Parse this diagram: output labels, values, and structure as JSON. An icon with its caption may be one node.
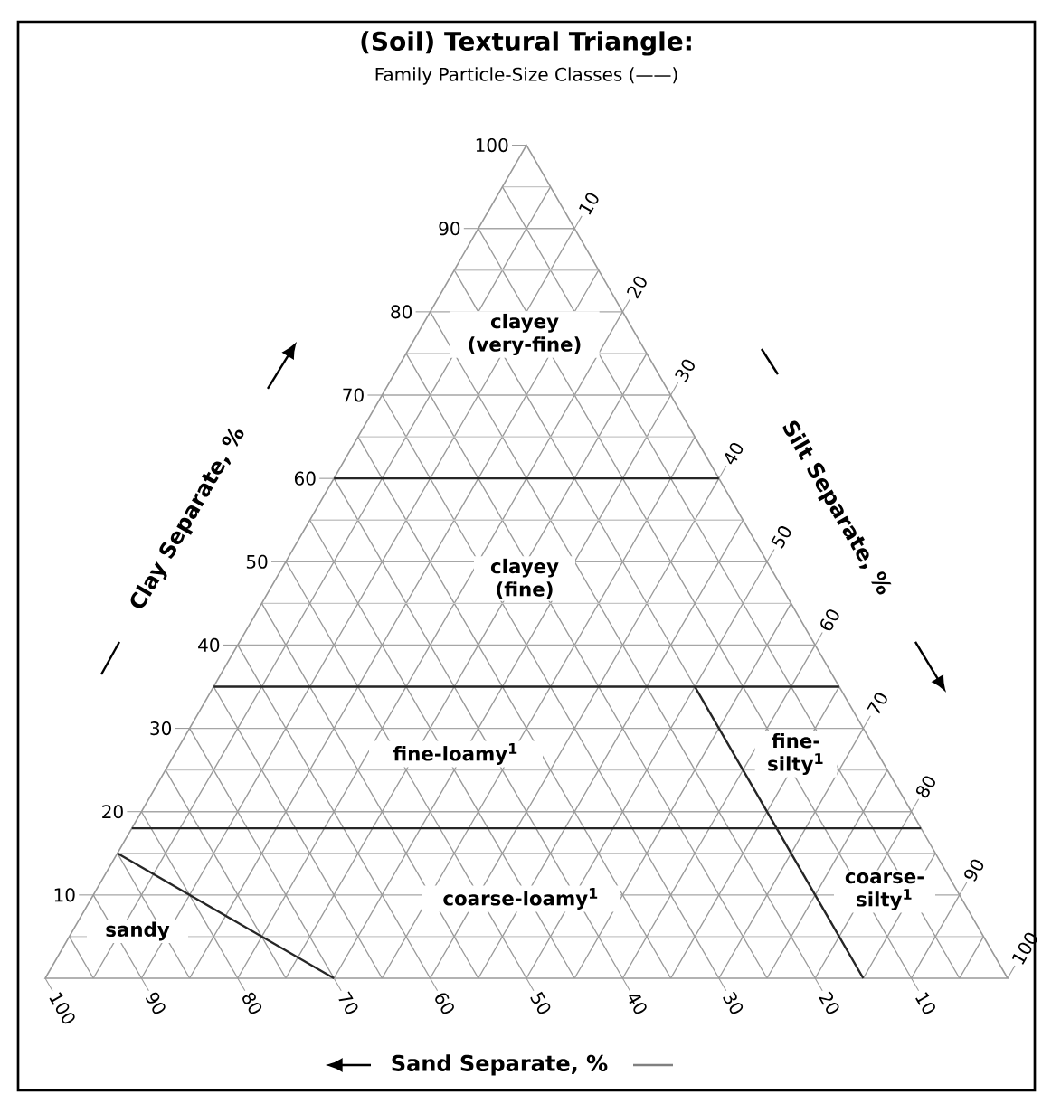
{
  "diagram": {
    "title": "(Soil) Textural Triangle:",
    "labels": [
      "Family Particle-Size Classes (——)",
      "100",
      "90",
      "80",
      "70",
      "60",
      "50",
      "40",
      "30",
      "20",
      "10",
      "Clay Separate, %",
      "10",
      "20",
      "30",
      "40",
      "50",
      "60",
      "70",
      "80",
      "90",
      "100",
      "Silt Separate, %",
      "clayey (very-fine)",
      "clayey (fine)",
      "fine-loamy$^{1}$",
      "fine-silty$^{1}$",
      "coarse-loamy$^{1}$",
      "coarse-silty$^{1}$",
      "sandy",
      "100",
      "90",
      "80",
      "70",
      "60",
      "50",
      "40",
      "30",
      "20",
      "10",
      "Sand Separate, %"
    ]
  }
}
